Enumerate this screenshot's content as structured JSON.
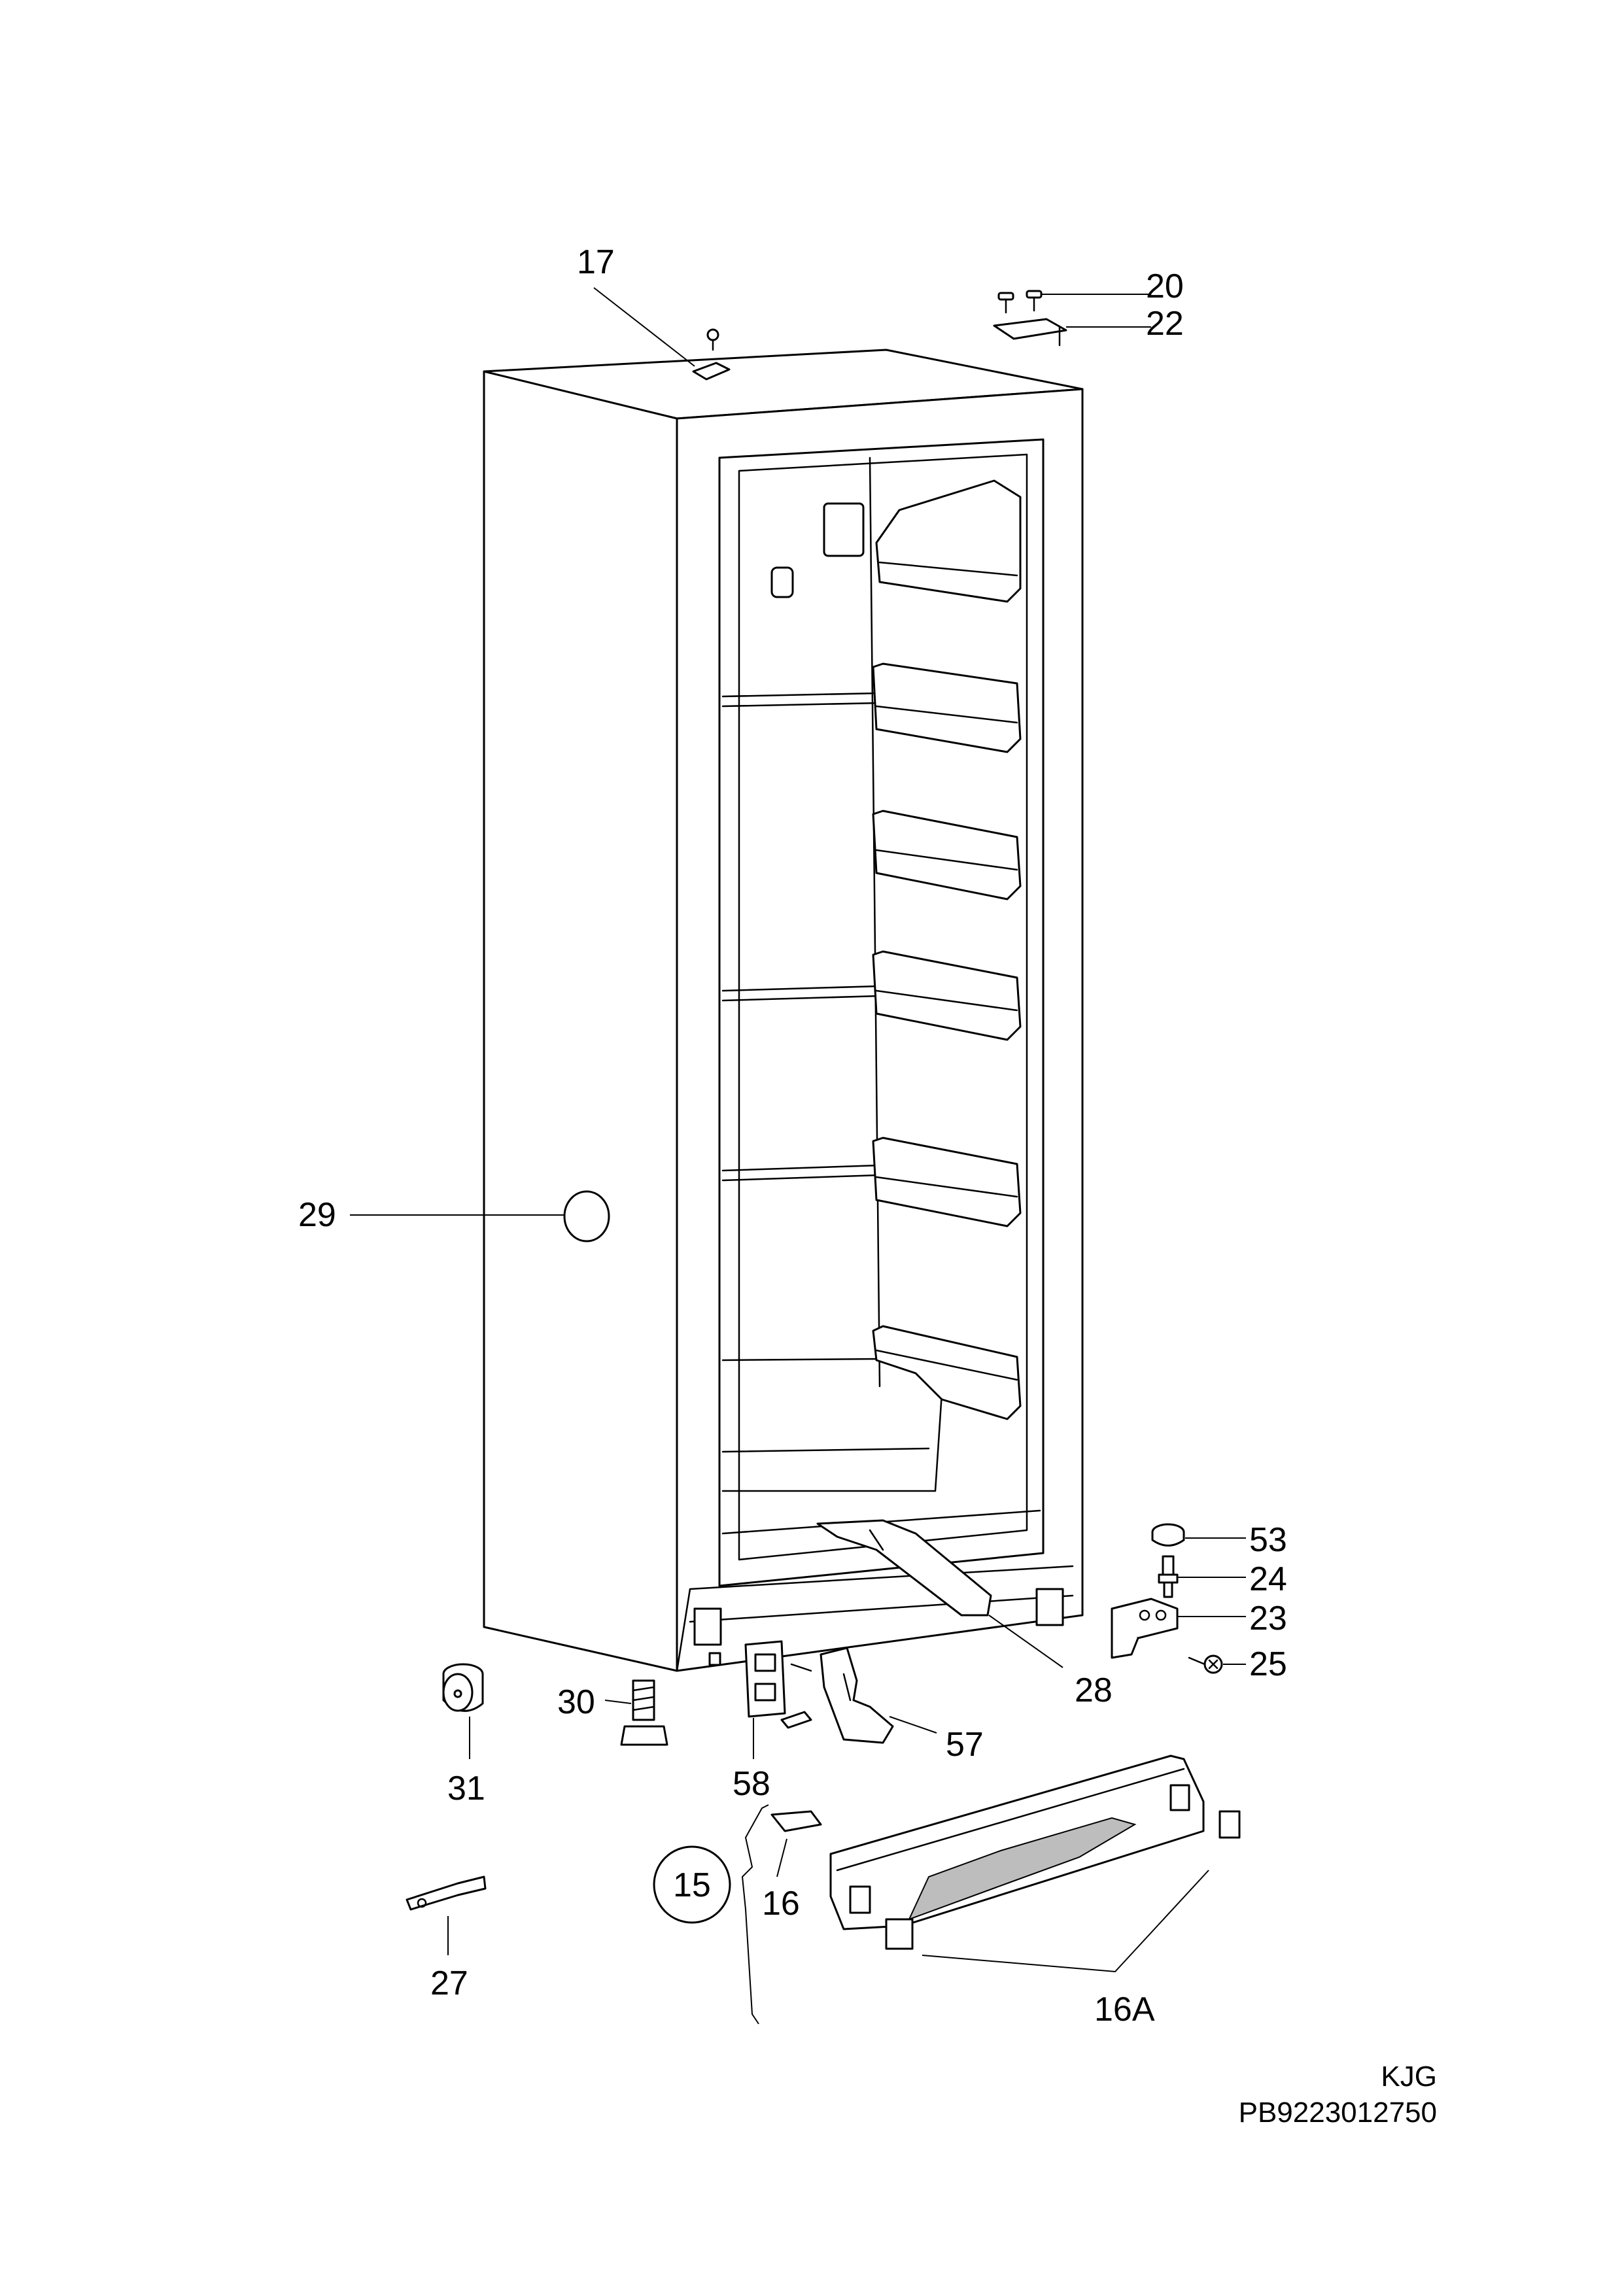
{
  "callouts": {
    "c17": "17",
    "c20": "20",
    "c22": "22",
    "c29": "29",
    "c53": "53",
    "c24": "24",
    "c23": "23",
    "c25": "25",
    "c28": "28",
    "c30": "30",
    "c31": "31",
    "c57": "57",
    "c58": "58",
    "c15": "15",
    "c16": "16",
    "c27": "27",
    "c16a": "16A"
  },
  "footer": {
    "code": "KJG",
    "product_number": "PB9223012750"
  }
}
